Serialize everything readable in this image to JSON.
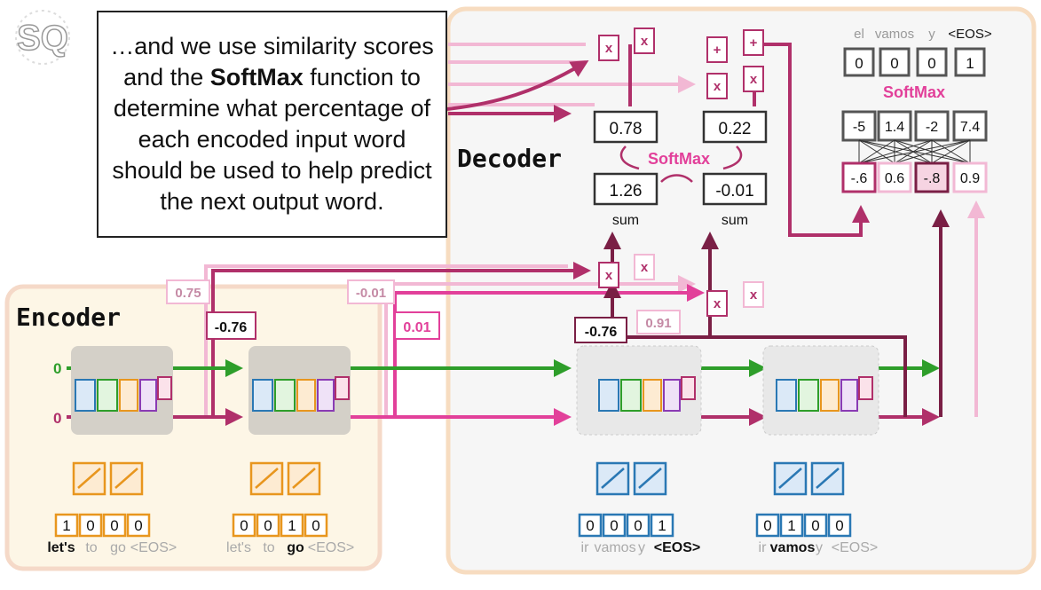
{
  "logo_text": "SQ",
  "callout": {
    "part1": "…and we use similarity scores and the ",
    "bold": "SoftMax",
    "part2": " function to determine what percentage of each encoded input word should be used to help predict the next output word."
  },
  "sections": {
    "encoder": "Encoder",
    "decoder": "Decoder"
  },
  "encoder": {
    "init_values": [
      "0",
      "0"
    ],
    "inputs": [
      {
        "vector": [
          "1",
          "0",
          "0",
          "0"
        ],
        "words": [
          "let's",
          "to",
          "go",
          "<EOS>"
        ],
        "active": 0
      },
      {
        "vector": [
          "0",
          "0",
          "1",
          "0"
        ],
        "words": [
          "let's",
          "to",
          "go",
          "<EOS>"
        ],
        "active": 2
      }
    ]
  },
  "decoder": {
    "inputs": [
      {
        "vector": [
          "0",
          "0",
          "0",
          "1"
        ],
        "words": [
          "ir",
          "vamos",
          "y",
          "<EOS>"
        ],
        "active": 3
      },
      {
        "vector": [
          "0",
          "1",
          "0",
          "0"
        ],
        "words": [
          "ir",
          "vamos",
          "y",
          "<EOS>"
        ],
        "active": 1
      }
    ]
  },
  "attention": {
    "scores": [
      "0.75",
      "-0.76",
      "-0.01",
      "0.01",
      "-0.76",
      "0.91"
    ],
    "sum_values": [
      "1.26",
      "-0.01"
    ],
    "sum_label": "sum",
    "softmax_label": "SoftMax",
    "percentages": [
      "0.78",
      "0.22"
    ],
    "mult_symbol": "x",
    "add_symbol": "+"
  },
  "output": {
    "words": [
      "el",
      "vamos",
      "y",
      "<EOS>"
    ],
    "onehot": [
      "0",
      "0",
      "0",
      "1"
    ],
    "softmax_label": "SoftMax",
    "logits": [
      "-5",
      "1.4",
      "-2",
      "7.4"
    ],
    "hidden": [
      "-.6",
      "0.6",
      "-.8",
      "0.9"
    ]
  },
  "colors": {
    "green": "#2e9e2a",
    "magenta": "#b0306a",
    "pink": "#e2409a",
    "orange": "#e8961e",
    "blue": "#2a78b4",
    "encoder_bg": "#fdf6e6",
    "decoder_bg": "#f6f6f6"
  }
}
